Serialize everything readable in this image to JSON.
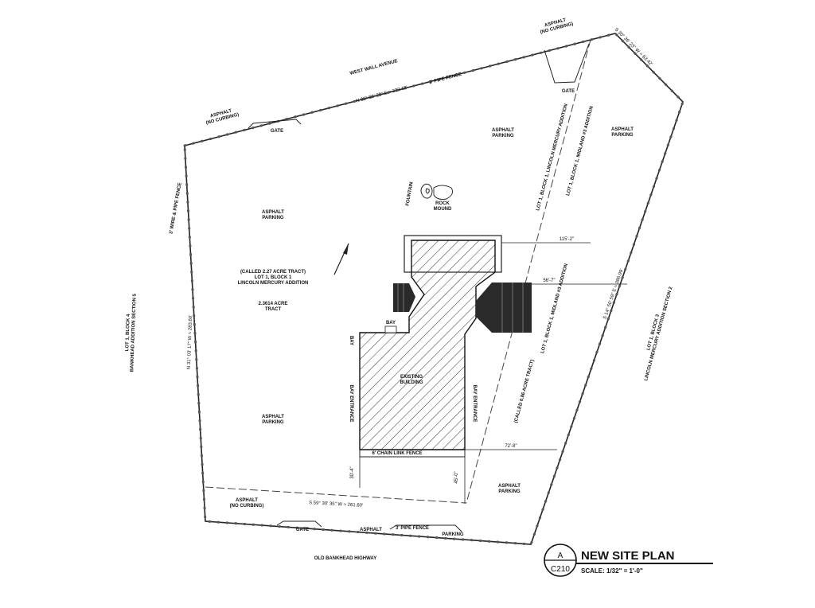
{
  "drawing": {
    "title": "NEW SITE PLAN",
    "scale": "SCALE: 1/32\" = 1'-0\"",
    "detail_letter": "A",
    "sheet_number": "C210"
  },
  "streets": {
    "north": "WEST WALL AVENUE",
    "south": "OLD BANKHEAD HIGHWAY"
  },
  "bearings": {
    "north_line": "N 62° 56' 29\" E  ≈ 323.19'",
    "west_line": "N 31° 03' 17\" W  ≈ 283.60'",
    "south_line": "S 59° 30' 35\" W  ≈ 261.60'",
    "east_line": "S 14° 50' 59\" E  ≈ 386.99'",
    "ne_line": "S 30° 36' 23\" W  ≈ 63.42'"
  },
  "labels": {
    "asphalt_no_curbing_top": [
      "ASPHALT",
      "(NO CURBING)"
    ],
    "asphalt_no_curbing_left": [
      "ASPHALT",
      "(NO CURBING)"
    ],
    "asphalt_no_curbing_bottom": [
      "ASPHALT",
      "(NO CURBING)"
    ],
    "pipe_fence_top": "3' PIPE FENCE",
    "pipe_fence_bottom": "3' PIPE FENCE",
    "wire_pipe_fence": "3' WIRE & PIPE FENCE",
    "gate_top": "GATE",
    "gate_ne": "GATE",
    "gate_bottom": "GATE",
    "asphalt_bottom": "ASPHALT",
    "parking_bottom": "PARKING",
    "asphalt_parking_nw": [
      "ASPHALT",
      "PARKING"
    ],
    "asphalt_parking_ne": [
      "ASPHALT",
      "PARKING"
    ],
    "asphalt_parking_far_e": [
      "ASPHALT",
      "PARKING"
    ],
    "asphalt_parking_sw": [
      "ASPHALT",
      "PARKING"
    ],
    "asphalt_parking_se": [
      "ASPHALT",
      "PARKING"
    ],
    "tract_note": [
      "(CALLED 2.27 ACRE TRACT)",
      "LOT 1, BLOCK 1",
      "LINCOLN MERCURY ADDITION"
    ],
    "acreage": [
      "2.3614 ACRE",
      "TRACT"
    ],
    "fountain": "FOUNTAIN",
    "rock_mound": [
      "ROCK",
      "MOUND"
    ],
    "existing_building": [
      "EXISTING",
      "BUILDING"
    ],
    "bay_top": "BAY",
    "bay_left": "BAY",
    "bay_entrance_left": "BAY ENTRANCE",
    "bay_entrance_right": "BAY ENTRANCE",
    "chain_link_fence": "6' CHAIN LINK FENCE",
    "lot_west": [
      "LOT 1, BLOCK 4",
      "BANKHEAD ADDITION SECTION 5"
    ],
    "lot_east_1": "LOT 1, BLOCK 1, LINCOLN MERCURY ADDITION",
    "lot_east_2": "LOT 1, BLOCK 1, MIDLAND #3 ADDITION",
    "lot_east_3": "LOT 1, BLOCK 1, MIDLAND #3 ADDITION",
    "called_acre": "(CALLED 0.86 ACRE TRACT)",
    "lot_far_east": [
      "LOT 1, BLOCK 3",
      "LINCOLN MERCURY ADDITION SECTION 2"
    ]
  },
  "dimensions": {
    "d_top": "115'-2\"",
    "d_mid": "56'-7\"",
    "d_east": "72'-8\"",
    "d_south_left": "30'-4\"",
    "d_south_mid": "45'-0\""
  }
}
